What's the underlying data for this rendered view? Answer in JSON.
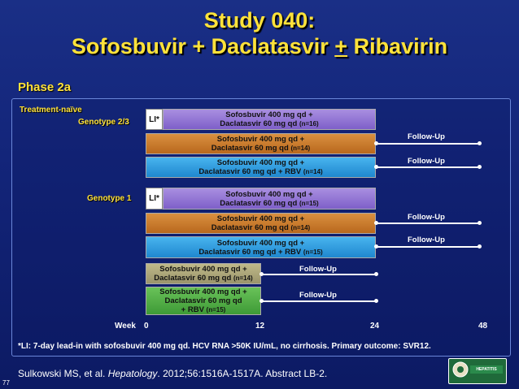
{
  "title": {
    "line1": "Study 040:",
    "line2_a": "Sofosbuvir + Daclatasvir ",
    "line2_pm": "+",
    "line2_b": " Ribavirin"
  },
  "phase": "Phase 2a",
  "labels": {
    "treatment_naive": "Treatment-naïve",
    "genotype_23": "Genotype 2/3",
    "genotype_1": "Genotype 1",
    "week": "Week"
  },
  "lead_in_label": "LI*",
  "follow_up_label": "Follow-Up",
  "arms": [
    {
      "line1": "Sofosbuvir 400 mg qd +",
      "line2": "Daclatasvir 60 mg qd",
      "n": "(n=16)",
      "color": "#8d70d3"
    },
    {
      "line1": "Sofosbuvir 400 mg qd +",
      "line2": "Daclatasvir 60 mg qd",
      "n": "(n=14)",
      "color": "#c97a2c"
    },
    {
      "line1": "Sofosbuvir 400 mg qd +",
      "line2": "Daclatasvir 60 mg qd + RBV",
      "n": "(n=14)",
      "color": "#2e9ade"
    },
    {
      "line1": "Sofosbuvir 400 mg qd +",
      "line2": "Daclatasvir 60 mg qd",
      "n": "(n=15)",
      "color": "#8d70d3"
    },
    {
      "line1": "Sofosbuvir 400 mg qd +",
      "line2": "Daclatasvir 60 mg qd",
      "n": "(n=14)",
      "color": "#c97a2c"
    },
    {
      "line1": "Sofosbuvir 400 mg qd +",
      "line2": "Daclatasvir 60 mg qd + RBV",
      "n": "(n=15)",
      "color": "#2e9ade"
    },
    {
      "line1": "Sofosbuvir 400 mg qd +",
      "line2": "Daclatasvir 60 mg qd",
      "n": "(n=14)",
      "color": "#aba578"
    },
    {
      "line1": "Sofosbuvir 400 mg qd +",
      "line2": "Daclatasvir 60 mg qd",
      "line3": "+ RBV",
      "n": "(n=15)",
      "color": "#51ad43"
    }
  ],
  "week_ticks": [
    "0",
    "12",
    "24",
    "48"
  ],
  "footnote": "*LI: 7-day lead-in with sofosbuvir 400 mg qd. HCV RNA >50K IU/mL, no cirrhosis. Primary outcome: SVR12.",
  "reference": {
    "authors": "Sulkowski MS, et al. ",
    "journal": "Hepatology",
    "details": ". 2012;56:1516A-1517A. Abstract LB-2."
  },
  "slide_number": "77",
  "logo_text": "HEPATITIS",
  "colors": {
    "title": "#ffe23a",
    "background": "#13257a"
  }
}
